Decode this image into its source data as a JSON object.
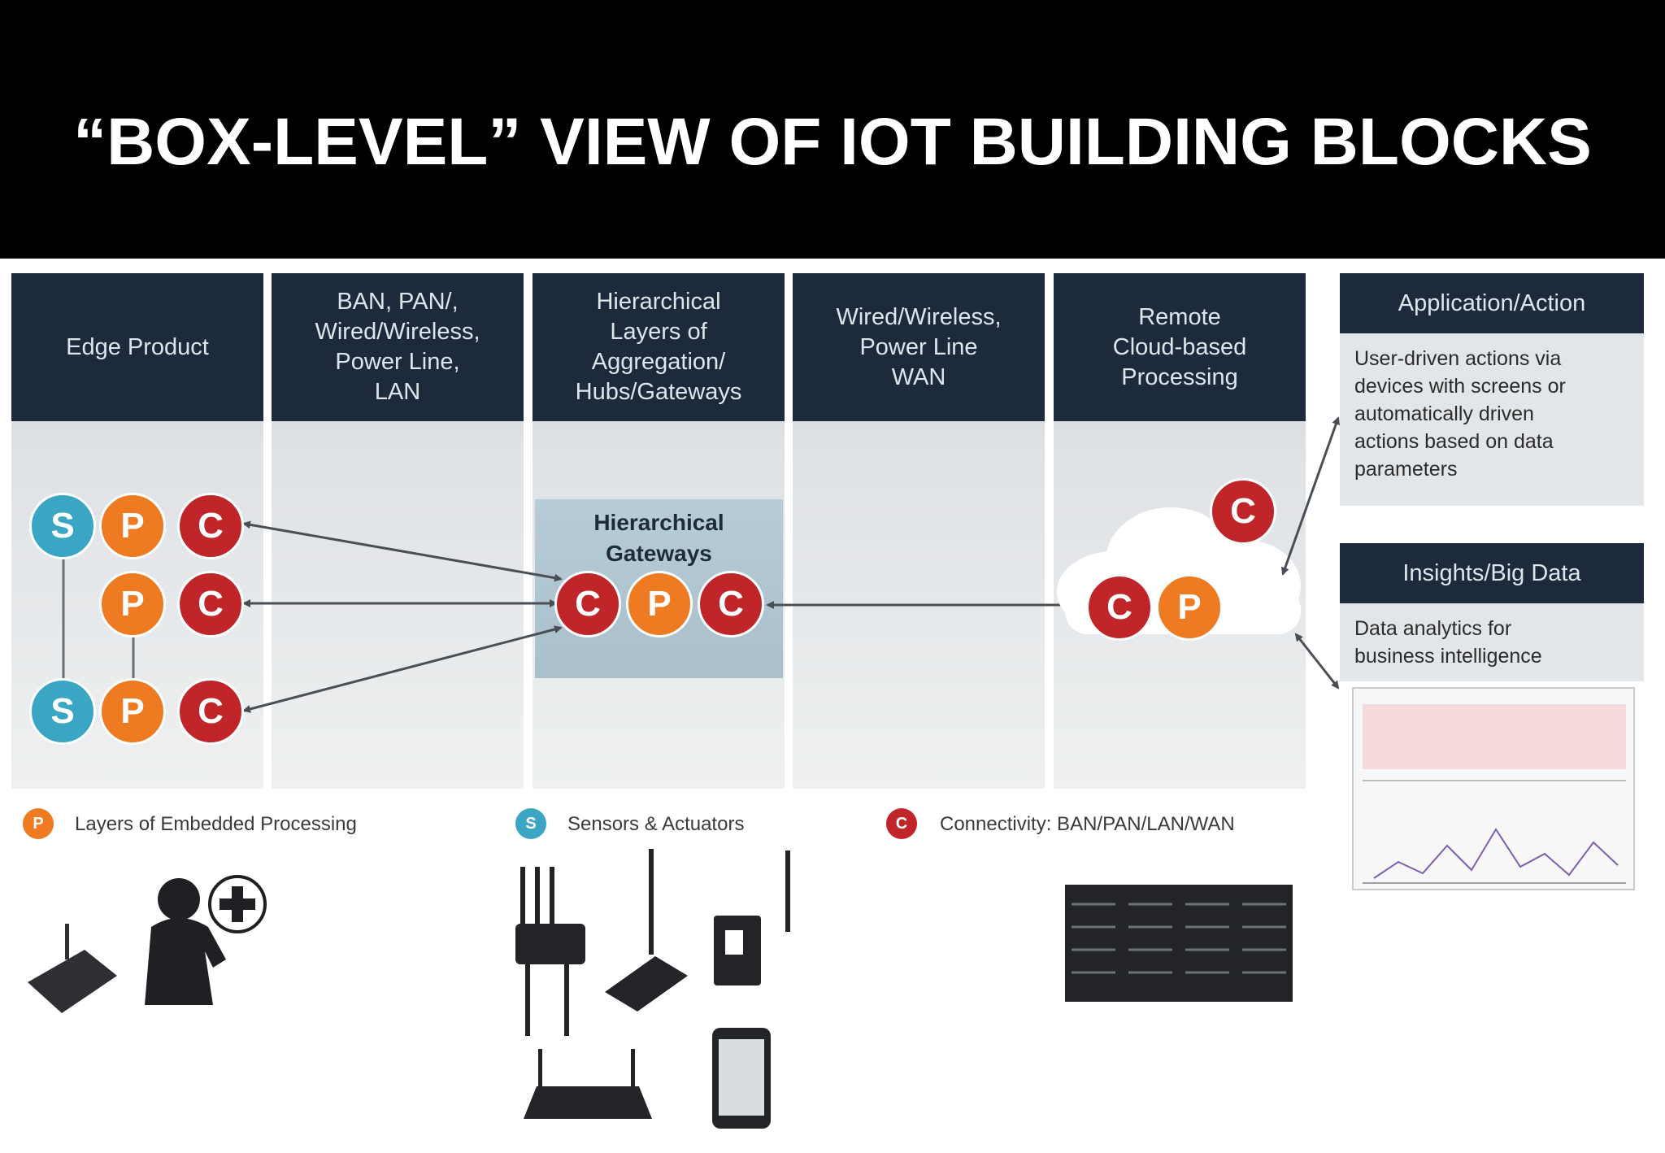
{
  "title": "“BOX-LEVEL” VIEW OF IOT BUILDING BLOCKS",
  "columns": [
    {
      "label": "Edge Product"
    },
    {
      "label": "BAN, PAN/,\nWired/Wireless,\nPower Line,\nLAN"
    },
    {
      "label": "Hierarchical\nLayers of\nAggregation/\nHubs/Gateways"
    },
    {
      "label": "Wired/Wireless,\nPower Line\nWAN"
    },
    {
      "label": "Remote\nCloud-based\nProcessing"
    }
  ],
  "side_boxes": {
    "application": {
      "title": "Application/Action",
      "text": "User-driven actions via\ndevices with screens or\nautomatically driven\nactions based on data\nparameters"
    },
    "insights": {
      "title": "Insights/Big Data",
      "text": "Data analytics for\nbusiness intelligence"
    }
  },
  "gateway_label": "Hierarchical\nGateways",
  "nodes": {
    "s": "S",
    "p": "P",
    "c": "C"
  },
  "colors": {
    "sensor": "#3aa6c4",
    "processing": "#ee7a22",
    "connectivity": "#c0252a",
    "header": "#1d2a3b"
  },
  "legend": [
    {
      "key": "P",
      "text": "Layers of Embedded Processing"
    },
    {
      "key": "S",
      "text": "Sensors & Actuators"
    },
    {
      "key": "C",
      "text": "Connectivity: BAN/PAN/LAN/WAN"
    }
  ],
  "icons": [
    "router-icon",
    "person-medical-icon",
    "outdoor-gateway-icon",
    "antenna-hub-icon",
    "wireless-module-icon",
    "wifi-router-icon",
    "smartphone-icon",
    "server-rack-icon",
    "dashboard-chart-icon",
    "cloud-icon"
  ]
}
